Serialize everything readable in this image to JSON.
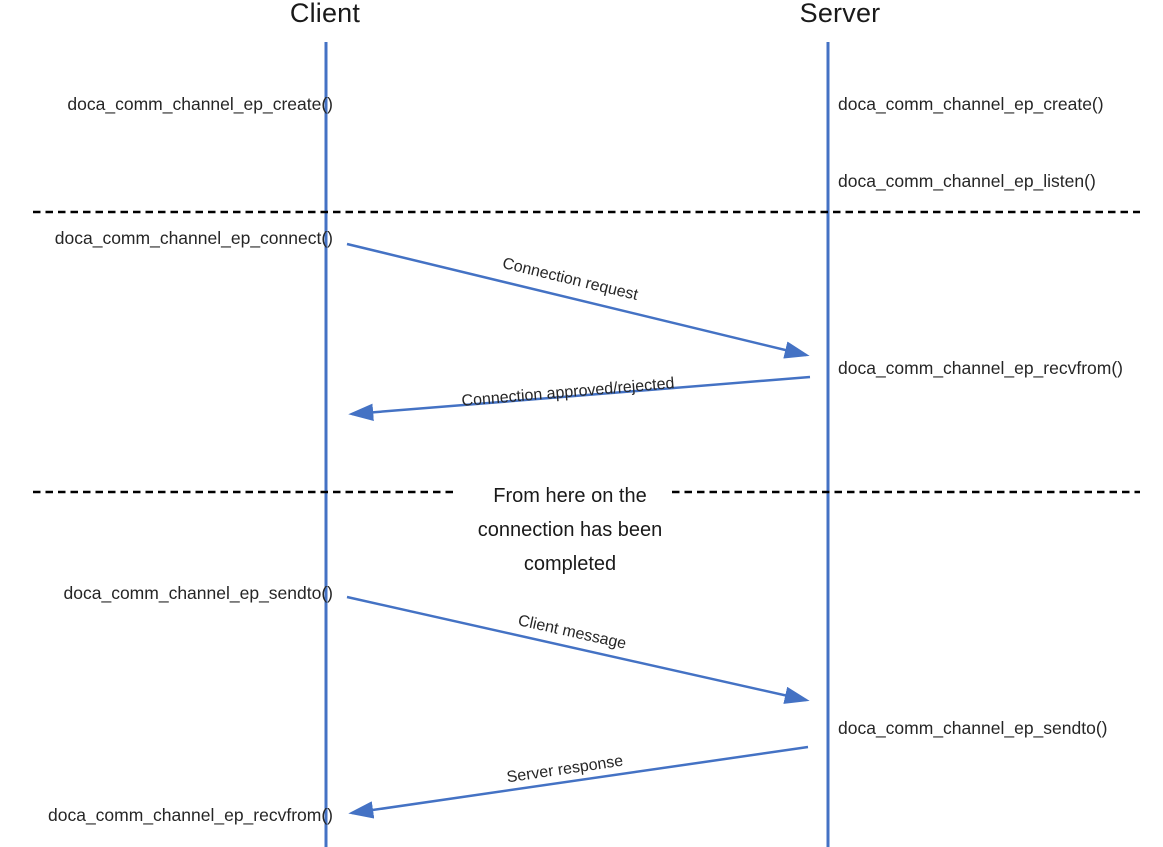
{
  "colors": {
    "accent": "#4472C4",
    "separator": "#000000",
    "text": "#262626"
  },
  "lifelines": {
    "client": {
      "title": "Client",
      "calls": {
        "create": "doca_comm_channel_ep_create()",
        "connect": "doca_comm_channel_ep_connect()",
        "sendto": "doca_comm_channel_ep_sendto()",
        "recvfrom": "doca_comm_channel_ep_recvfrom()"
      }
    },
    "server": {
      "title": "Server",
      "calls": {
        "create": "doca_comm_channel_ep_create()",
        "listen": "doca_comm_channel_ep_listen()",
        "recvfrom": "doca_comm_channel_ep_recvfrom()",
        "sendto": "doca_comm_channel_ep_sendto()"
      }
    }
  },
  "messages": {
    "connection_request": "Connection request",
    "connection_response": "Connection approved/rejected",
    "client_message": "Client message",
    "server_response": "Server response"
  },
  "note": {
    "line1": "From here on the",
    "line2": "connection has been",
    "line3": "completed"
  }
}
